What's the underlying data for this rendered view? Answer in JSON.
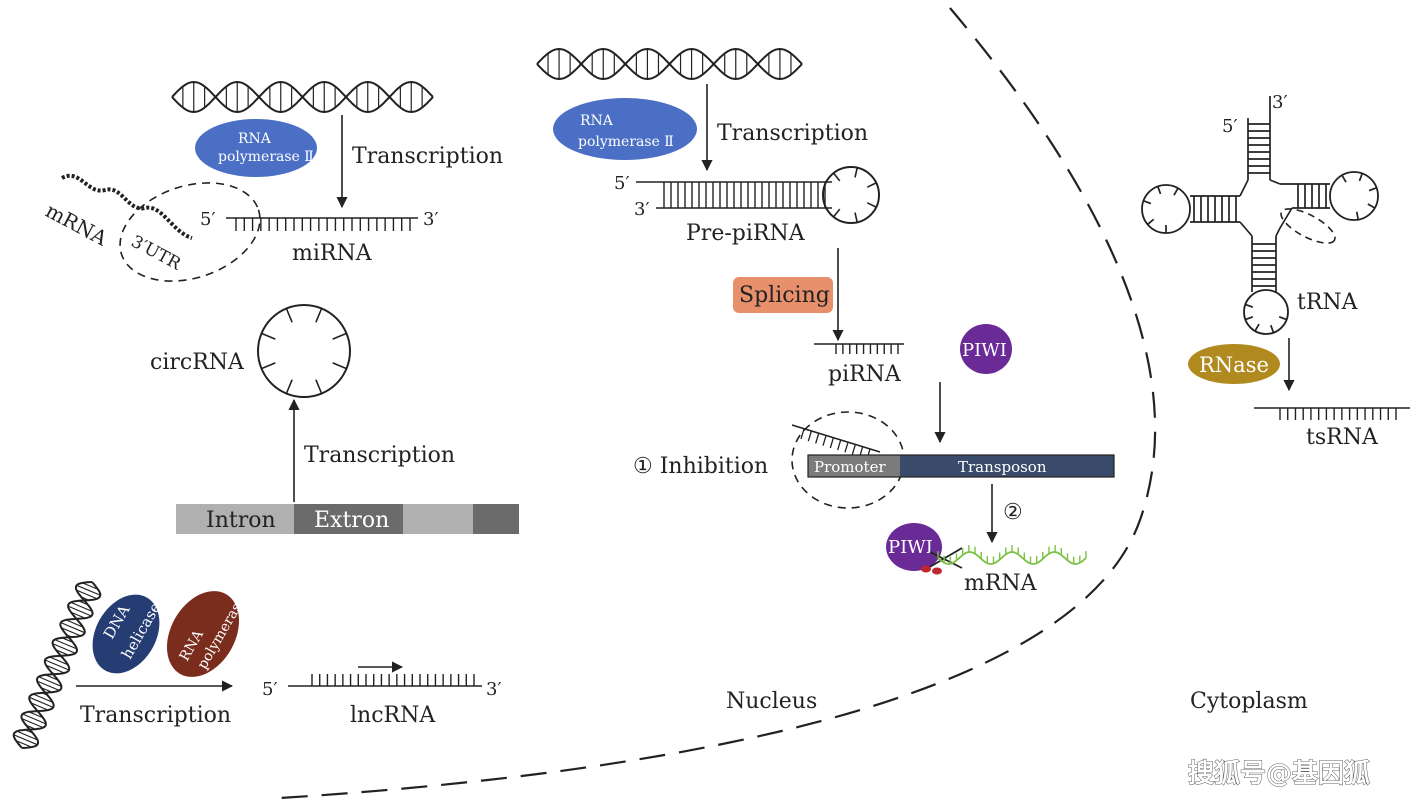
{
  "colors": {
    "rna_pol2": "#4a6fc4",
    "splicing": "#e8906c",
    "piwi": "#6a2b96",
    "rnase": "#b08a1e",
    "dna_helicase": "#263d73",
    "rna_polymerase": "#7a2d1d",
    "promoter": "#7b7b7b",
    "transposon": "#3a4a6b",
    "intron_bar": "#b0b0b0",
    "extron_bar": "#6b6b6b",
    "mrna_green": "#7bc143",
    "scissors": "#c0272d"
  },
  "mirna": {
    "enzyme_line1": "RNA",
    "enzyme_line2": "polymerase Ⅱ",
    "process": "Transcription",
    "five": "5′",
    "three": "3′",
    "label": "miRNA",
    "target": "mRNA",
    "utr": "3′UTR"
  },
  "circrna": {
    "label": "circRNA",
    "process": "Transcription",
    "intron": "Intron",
    "extron": "Extron"
  },
  "lncrna": {
    "enzyme1_line1": "DNA",
    "enzyme1_line2": "helicase",
    "enzyme2_line1": "RNA",
    "enzyme2_line2": "polymerase",
    "process": "Transcription",
    "five": "5′",
    "three": "3′",
    "label": "lncRNA"
  },
  "pirna": {
    "enzyme_line1": "RNA",
    "enzyme_line2": "polymerase Ⅱ",
    "process": "Transcription",
    "five": "5′",
    "three": "3′",
    "precursor": "Pre-piRNA",
    "splicing": "Splicing",
    "label": "piRNA",
    "piwi": "PIWI",
    "inhibition": "① Inhibition",
    "promoter": "Promoter",
    "transposon": "Transposon",
    "step2": "②",
    "piwi2": "PIWI",
    "mrna": "mRNA"
  },
  "trna": {
    "three": "3′",
    "five": "5′",
    "label": "tRNA",
    "rnase": "RNase",
    "product": "tsRNA"
  },
  "regions": {
    "nucleus": "Nucleus",
    "cytoplasm": "Cytoplasm"
  },
  "watermark": "搜狐号@基因狐"
}
